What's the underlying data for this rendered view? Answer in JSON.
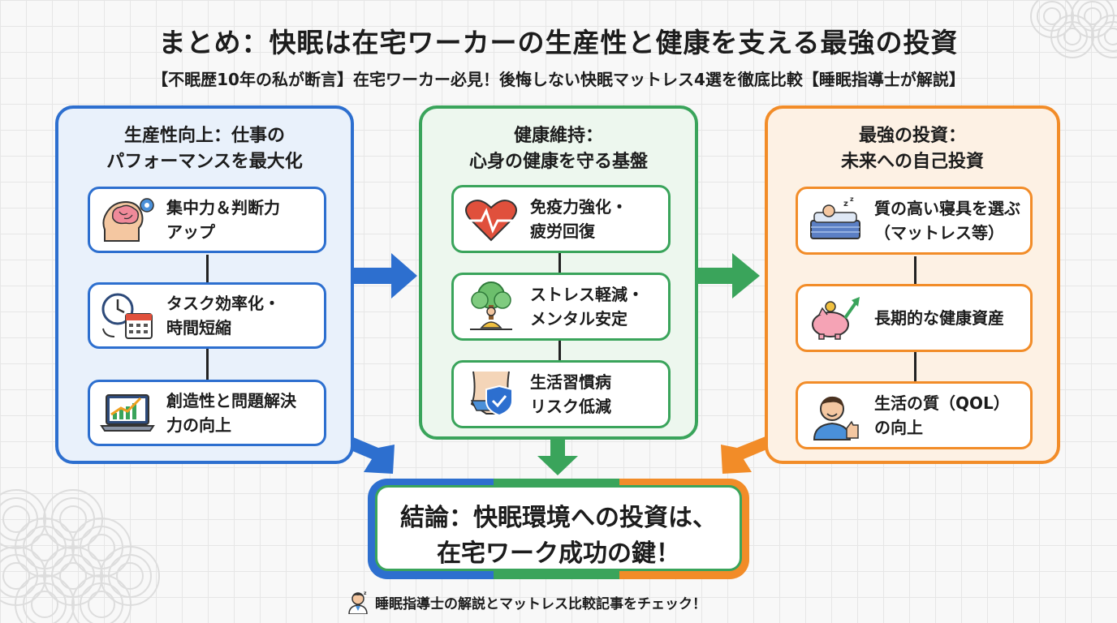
{
  "title": "まとめ：快眠は在宅ワーカーの生産性と健康を支える最強の投資",
  "subtitle": "【不眠歴10年の私が断言】在宅ワーカー必見！後悔しない快眠マットレス4選を徹底比較【睡眠指導士が解説】",
  "colors": {
    "blue": "#2d6fcf",
    "green": "#3aa45b",
    "orange": "#f28c28"
  },
  "columns": {
    "productivity": {
      "heading": [
        "生産性向上：仕事の",
        "パフォーマンスを最大化"
      ],
      "items": [
        {
          "icon": "brain-gear-icon",
          "lines": [
            "集中力＆判断力",
            "アップ"
          ]
        },
        {
          "icon": "clock-calendar-icon",
          "lines": [
            "タスク効率化・",
            "時間短縮"
          ]
        },
        {
          "icon": "laptop-growth-chart-icon",
          "lines": [
            "創造性と問題解決",
            "力の向上"
          ]
        }
      ]
    },
    "health": {
      "heading": [
        "健康維持：",
        "心身の健康を守る基盤"
      ],
      "items": [
        {
          "icon": "heart-pulse-icon",
          "lines": [
            "免疫力強化・",
            "疲労回復"
          ]
        },
        {
          "icon": "meditation-tree-icon",
          "lines": [
            "ストレス軽減・",
            "メンタル安定"
          ]
        },
        {
          "icon": "body-shield-icon",
          "lines": [
            "生活習慣病",
            "リスク低減"
          ]
        }
      ]
    },
    "investment": {
      "heading": [
        "最強の投資：",
        "未来への自己投資"
      ],
      "items": [
        {
          "icon": "sleeping-on-mattress-icon",
          "lines": [
            "質の高い寝具を選ぶ",
            "（マットレス等）"
          ]
        },
        {
          "icon": "piggy-bank-growth-icon",
          "lines": [
            "長期的な健康資産"
          ]
        },
        {
          "icon": "thumbs-up-person-icon",
          "lines": [
            "生活の質（QOL）",
            "の向上"
          ]
        }
      ]
    }
  },
  "conclusion": [
    "結論：快眠環境への投資は、",
    "在宅ワーク成功の鍵！"
  ],
  "footer": {
    "icon": "sleep-advisor-icon",
    "text": "睡眠指導士の解説とマットレス比較記事をチェック！"
  }
}
